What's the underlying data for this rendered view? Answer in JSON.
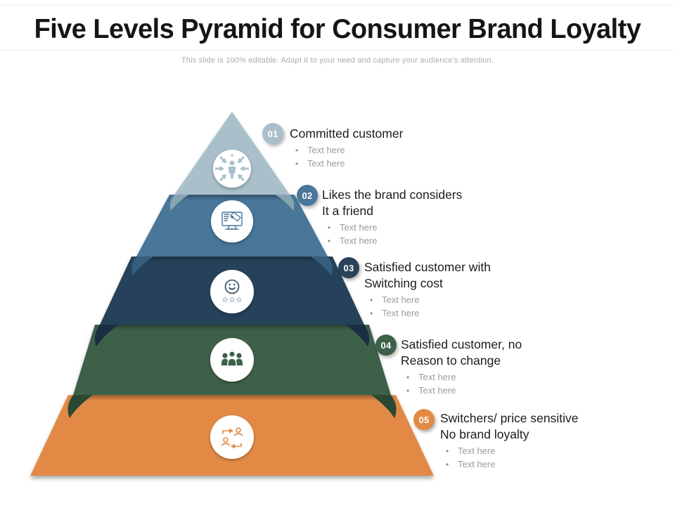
{
  "slide": {
    "title": "Five Levels Pyramid for Consumer Brand Loyalty",
    "subtitle": "This slide is 100% editable. Adapt it to your need and capture your audience's attention."
  },
  "levels": [
    {
      "number": "01",
      "title_line1": "Committed customer",
      "title_line2": "",
      "bullets": [
        "Text here",
        "Text here"
      ],
      "color": "#a9c0cb",
      "dark": "#87a3b1",
      "icon": "person-converging-arrows-icon"
    },
    {
      "number": "02",
      "title_line1": "Likes the brand considers",
      "title_line2": "It a friend",
      "bullets": [
        "Text here",
        "Text here"
      ],
      "color": "#4a7699",
      "dark": "#365f7e",
      "icon": "monitor-price-tag-icon"
    },
    {
      "number": "03",
      "title_line1": "Satisfied customer with",
      "title_line2": "Switching cost",
      "bullets": [
        "Text here",
        "Text here"
      ],
      "color": "#28435a",
      "dark": "#192f41",
      "stars_glyph": "☆☆☆",
      "icon": "smiley-rating-stars-icon"
    },
    {
      "number": "04",
      "title_line1": "Satisfied customer, no",
      "title_line2": "Reason to change",
      "bullets": [
        "Text here",
        "Text here"
      ],
      "color": "#3c6149",
      "dark": "#2a4834",
      "icon": "people-group-icon"
    },
    {
      "number": "05",
      "title_line1": "Switchers/ price sensitive",
      "title_line2": "No brand loyalty",
      "bullets": [
        "Text here",
        "Text here"
      ],
      "color": "#e28a44",
      "dark": "#c06f31",
      "icon": "people-swap-arrows-icon"
    }
  ]
}
